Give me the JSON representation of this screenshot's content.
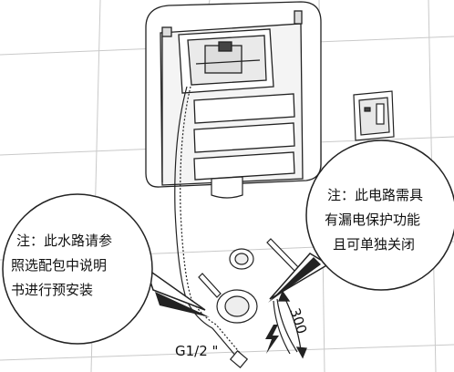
{
  "callouts": {
    "water": {
      "lines": [
        "注：此水路请参",
        "照选配包中说明",
        "书进行预安装"
      ]
    },
    "electric": {
      "lines": [
        "注：此电路需具",
        "有漏电保护功能",
        "且可单独关闭"
      ]
    }
  },
  "labels": {
    "pipe_size": "G1/2 \"",
    "dimension": "300"
  },
  "icons": {
    "electric_symbol": "lightning-bolt-icon",
    "wall_switch": "wall-switch-icon"
  }
}
